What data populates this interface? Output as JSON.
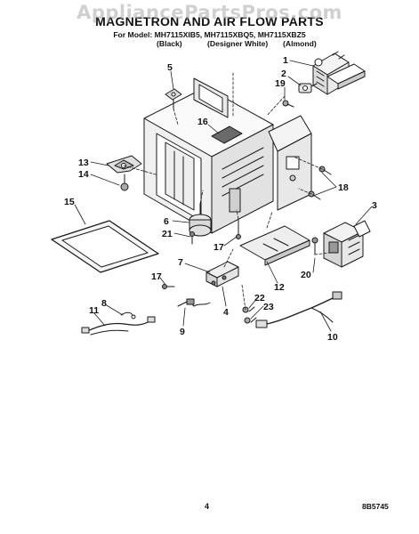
{
  "watermark": "AppliancePartsPros.com",
  "title": "MAGNETRON AND AIR FLOW PARTS",
  "models_line": "For Model: MH7115XIB5, MH7115XBQ5, MH7115XBZ5",
  "color_labels": [
    "(Black)",
    "(Designer White)",
    "(Almond)"
  ],
  "callouts": [
    "1",
    "2",
    "19",
    "5",
    "16",
    "13",
    "14",
    "18",
    "3",
    "15",
    "6",
    "21",
    "17",
    "7",
    "20",
    "12",
    "17",
    "8",
    "11",
    "22",
    "23",
    "4",
    "9",
    "10"
  ],
  "footer": {
    "page_number": "4",
    "doc_code": "8B5745"
  }
}
